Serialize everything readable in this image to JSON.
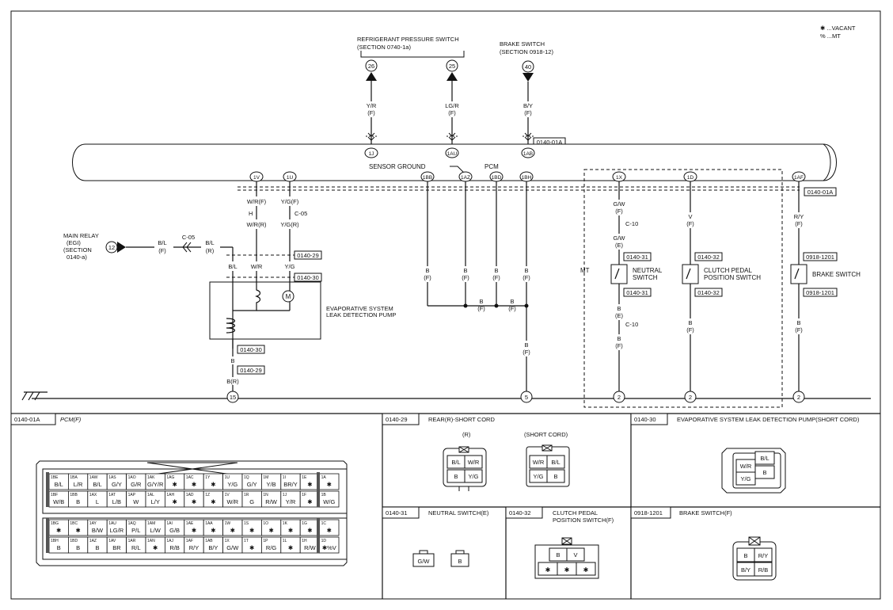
{
  "legend": {
    "vacant": "✱ ...VACANT",
    "mt": "% ...MT"
  },
  "top": {
    "refrig_title": "REFRIGERANT PRESSURE SWITCH",
    "refrig_section": "(SECTION 0740-1a)",
    "brake_title": "BRAKE SWITCH",
    "brake_section": "(SECTION 0918-12)",
    "refrig_a": {
      "pin": "26",
      "wire": "Y/R",
      "conn": "(F)",
      "term": "1J"
    },
    "refrig_b": {
      "pin": "25",
      "wire": "LG/R",
      "conn": "(F)",
      "term": "1AU"
    },
    "brake": {
      "pin": "40",
      "wire": "B/Y",
      "conn": "(F)",
      "term": "1AB"
    },
    "pcm_ref_top": "0140-01A"
  },
  "pcm_label": "PCM",
  "sensor_ground": "SENSOR GROUND",
  "pcm_ref_bottom": "0140-01A",
  "terminals": {
    "t1V": "1V",
    "t1U": "1U",
    "t1BB": "1BB",
    "t1AZ": "1AZ",
    "t1BD": "1BD",
    "t1BH": "1BH",
    "t1X": "1X",
    "t1D": "1D",
    "t1AF": "1AF"
  },
  "evap": {
    "w1": "W/R(F)",
    "w2": "Y/G(F)",
    "h": "H",
    "c05": "C-05",
    "w3": "W/R(R)",
    "w4": "Y/G(R)",
    "bl": "B/L",
    "wr": "W/R",
    "yg": "Y/G",
    "ref29": "0140-29",
    "ref30": "0140-30",
    "pump_line1": "EVAPORATIVE SYSTEM",
    "pump_line2": "LEAK DETECTION PUMP",
    "motor": "M",
    "b": "B",
    "br": "B(R)",
    "ground": "15"
  },
  "relay": {
    "line1": "MAIN RELAY",
    "line2": "(EGI)",
    "line3": "(SECTION",
    "line4": "0140-a)",
    "pin": "12",
    "wire1": "B/L",
    "conn1": "(F)",
    "c05": "C-05",
    "wire2": "B/L",
    "conn2": "(R)"
  },
  "grounds": {
    "b": "B",
    "f": "(F)",
    "ground5": "5"
  },
  "mt": {
    "label": "MT",
    "gw": "G/W",
    "f": "(F)",
    "c10": "C-10",
    "e": "(E)",
    "ref31": "0140-31",
    "neutral1": "NEUTRAL",
    "neutral2": "SWITCH",
    "b": "B",
    "ground2": "2",
    "v": "V",
    "ref32": "0140-32",
    "clutch1": "CLUTCH PEDAL",
    "clutch2": "POSITION SWITCH"
  },
  "brake_sw": {
    "ry": "R/Y",
    "f": "(F)",
    "ref": "0918-1201",
    "label": "BRAKE SWITCH",
    "b": "B",
    "ground": "2"
  },
  "panels": {
    "pcm": {
      "code": "0140-01A",
      "name": "PCM(F)"
    },
    "p29": {
      "code": "0140-29",
      "name": "REAR(R)-SHORT CORD",
      "r": "(R)",
      "short": "(SHORT CORD)",
      "left": [
        "B/L",
        "W/R",
        "B",
        "Y/G"
      ],
      "right": [
        "W/R",
        "B/L",
        "Y/G",
        "B"
      ]
    },
    "p30": {
      "code": "0140-30",
      "name": "EVAPORATIVE SYSTEM LEAK DETECTION PUMP(SHORT CORD)",
      "pins": [
        "B/L",
        "W/R",
        "Y/G",
        "B"
      ]
    },
    "p31": {
      "code": "0140-31",
      "name": "NEUTRAL SWITCH(E)",
      "pins": [
        "G/W",
        "B"
      ]
    },
    "p32": {
      "code": "0140-32",
      "name1": "CLUTCH PEDAL",
      "name2": "POSITION SWITCH(F)",
      "pins": [
        "B",
        "V",
        "✱",
        "✱",
        "✱"
      ]
    },
    "p1201": {
      "code": "0918-1201",
      "name": "BRAKE SWITCH(F)",
      "pins": [
        "B",
        "R/Y",
        "B/Y",
        "R/B"
      ]
    }
  },
  "pcm_grid": {
    "top_row1": [
      [
        "1BE",
        "B/L"
      ],
      [
        "1BA",
        "L/R"
      ],
      [
        "1AW",
        "B/L"
      ],
      [
        "1AS",
        "G/Y"
      ],
      [
        "1AO",
        "G/R"
      ],
      [
        "1AK",
        "G/Y/R"
      ],
      [
        "1AG",
        "✱"
      ],
      [
        "1AC",
        "✱"
      ],
      [
        "1Y",
        "✱"
      ],
      [
        "1U",
        "Y/G"
      ],
      [
        "1Q",
        "G/Y"
      ],
      [
        "1M",
        "Y/B"
      ],
      [
        "1I",
        "BR/Y"
      ],
      [
        "1E",
        "✱"
      ],
      [
        "1A",
        "✱"
      ]
    ],
    "top_row2": [
      [
        "1BF",
        "W/B"
      ],
      [
        "1BB",
        "B"
      ],
      [
        "1AX",
        "L"
      ],
      [
        "1AT",
        "L/B"
      ],
      [
        "1AP",
        "W"
      ],
      [
        "1AL",
        "L/Y"
      ],
      [
        "1AH",
        "✱"
      ],
      [
        "1AD",
        "✱"
      ],
      [
        "1Z",
        "✱"
      ],
      [
        "1V",
        "W/R"
      ],
      [
        "1R",
        "G"
      ],
      [
        "1N",
        "R/W"
      ],
      [
        "1J",
        "Y/R"
      ],
      [
        "1F",
        "✱"
      ],
      [
        "1B",
        "W/G"
      ]
    ],
    "bot_row1": [
      [
        "1BG",
        "✱"
      ],
      [
        "1BC",
        "✱"
      ],
      [
        "1AY",
        "B/W"
      ],
      [
        "1AU",
        "LG/R"
      ],
      [
        "1AQ",
        "P/L"
      ],
      [
        "1AM",
        "L/W"
      ],
      [
        "1AI",
        "G/B"
      ],
      [
        "1AE",
        "✱"
      ],
      [
        "1AA",
        "✱"
      ],
      [
        "1W",
        "✱"
      ],
      [
        "1S",
        "✱"
      ],
      [
        "1O",
        "✱"
      ],
      [
        "1K",
        "✱"
      ],
      [
        "1G",
        "✱"
      ],
      [
        "1C",
        "✱"
      ]
    ],
    "bot_row2": [
      [
        "1BH",
        "B"
      ],
      [
        "1BD",
        "B"
      ],
      [
        "1AZ",
        "B"
      ],
      [
        "1AV",
        "BR"
      ],
      [
        "1AR",
        "R/L"
      ],
      [
        "1AN",
        "✱"
      ],
      [
        "1AJ",
        "R/B"
      ],
      [
        "1AF",
        "R/Y"
      ],
      [
        "1AB",
        "B/Y"
      ],
      [
        "1X",
        "G/W"
      ],
      [
        "1T",
        "✱"
      ],
      [
        "1P",
        "R/G"
      ],
      [
        "1L",
        "✱"
      ],
      [
        "1H",
        "R/W"
      ],
      [
        "1D",
        "✱%V"
      ]
    ]
  }
}
